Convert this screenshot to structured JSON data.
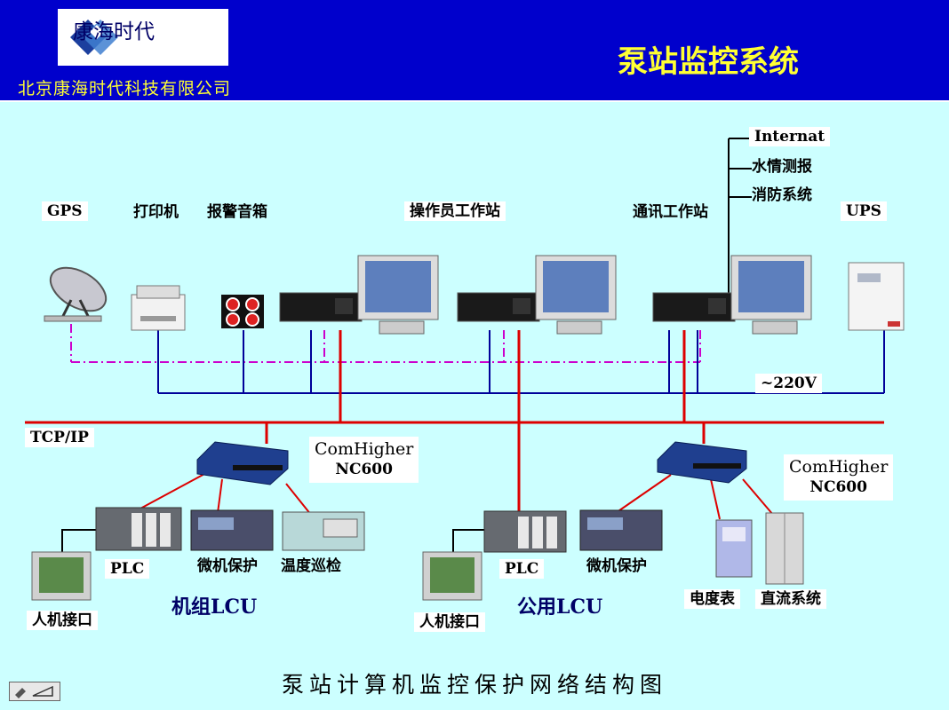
{
  "header": {
    "logo_text": "康海时代",
    "company": "北京康海时代科技有限公司",
    "title": "泵站监控系统"
  },
  "devices": {
    "gps": "GPS",
    "printer": "打印机",
    "alarm_speaker": "报警音箱",
    "operator_station": "操作员工作站",
    "comm_station": "通讯工作站",
    "ups": "UPS"
  },
  "comm_links": [
    "Internat",
    "水情测报",
    "消防系统"
  ],
  "power_label": "~220V",
  "network_label": "TCP/IP",
  "switches": [
    {
      "brand": "ComHigher",
      "model": "NC600"
    },
    {
      "brand": "ComHigher",
      "model": "NC600"
    }
  ],
  "unit_lcu": {
    "hmi": "人机接口",
    "plc": "PLC",
    "protection": "微机保护",
    "temp_inspection": "温度巡检",
    "name": "机组LCU"
  },
  "public_lcu": {
    "hmi": "人机接口",
    "plc": "PLC",
    "protection": "微机保护",
    "meter": "电度表",
    "dc_system": "直流系统",
    "name": "公用LCU"
  },
  "caption": "泵站计算机监控保护网络结构图",
  "colors": {
    "header_bg": "#0000cc",
    "title": "#ffff33",
    "canvas_bg": "#ccffff",
    "network_line": "#dd0000",
    "power_line": "#000099",
    "signal_line": "#cc00cc"
  }
}
